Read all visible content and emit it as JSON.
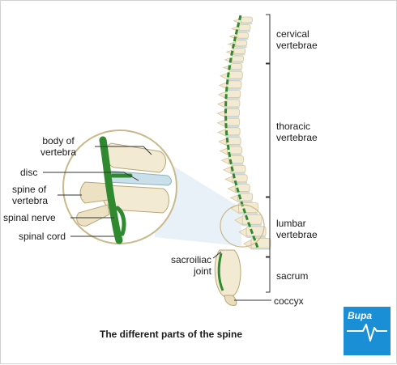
{
  "caption": "The different parts of the spine",
  "brand": {
    "name": "Bupa",
    "color": "#1a8fd6"
  },
  "colors": {
    "bone": "#f3ead3",
    "bone_shade": "#d6c69c",
    "disc": "#c9dfe9",
    "nerve": "#2f8a2f",
    "bracket": "#333333"
  },
  "spine_regions": {
    "cervical": [
      "cervical",
      "vertebrae"
    ],
    "thoracic": [
      "thoracic",
      "vertebrae"
    ],
    "lumbar": [
      "lumbar",
      "vertebrae"
    ],
    "sacrum": "sacrum",
    "coccyx": "coccyx",
    "sacroiliac": [
      "sacroiliac",
      "joint"
    ]
  },
  "detail_labels": {
    "body": [
      "body of",
      "vertebra"
    ],
    "disc": "disc",
    "spine": [
      "spine of",
      "vertebra"
    ],
    "nerve": "spinal nerve",
    "cord": "spinal cord"
  }
}
